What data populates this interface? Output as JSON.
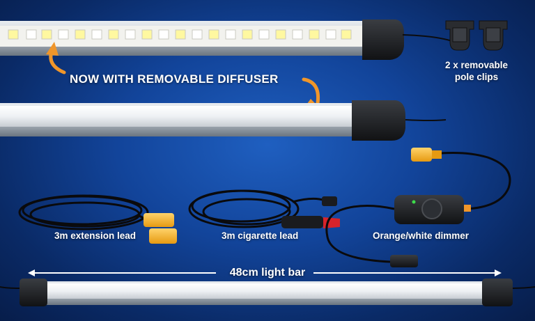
{
  "headline": "NOW WITH REMOVABLE DIFFUSER",
  "pole_clips": {
    "line1": "2 x removable",
    "line2": "pole clips"
  },
  "extension_lead": "3m extension lead",
  "cigarette_lead": "3m cigarette lead",
  "dimmer": "Orange/white dimmer",
  "light_bar": "48cm light bar",
  "colors": {
    "background": "#12449a",
    "arrow": "#f0962a",
    "connector": "#f5b330",
    "plug_tip": "#d8232a",
    "text": "#ffffff"
  }
}
